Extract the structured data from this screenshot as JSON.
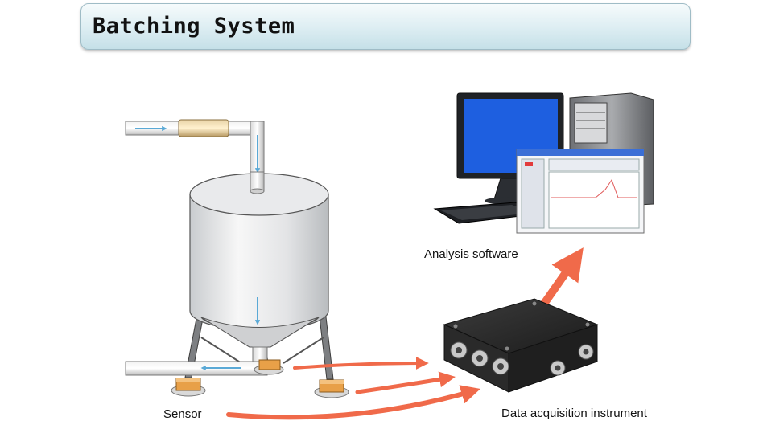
{
  "header": {
    "title": "Batching System"
  },
  "labels": {
    "analysis_software": "Analysis software",
    "sensor": "Sensor",
    "data_acquisition": "Data acquisition instrument"
  },
  "colors": {
    "arrow": "#f06a4a",
    "flow": "#5aa9d6",
    "screen": "#1e5fe0"
  }
}
